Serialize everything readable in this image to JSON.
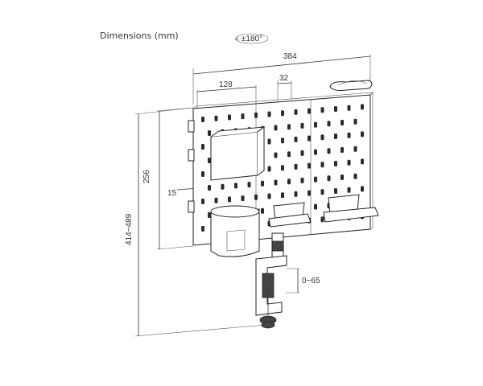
{
  "title": "Dimensions (mm)",
  "rotation_label": "±180°",
  "dimensions": {
    "total_width": "384",
    "cup_width": "128",
    "slot_width": "32",
    "panel_height": "256",
    "total_height": "414~489",
    "offset": "15",
    "clamp_range": "0~65"
  }
}
